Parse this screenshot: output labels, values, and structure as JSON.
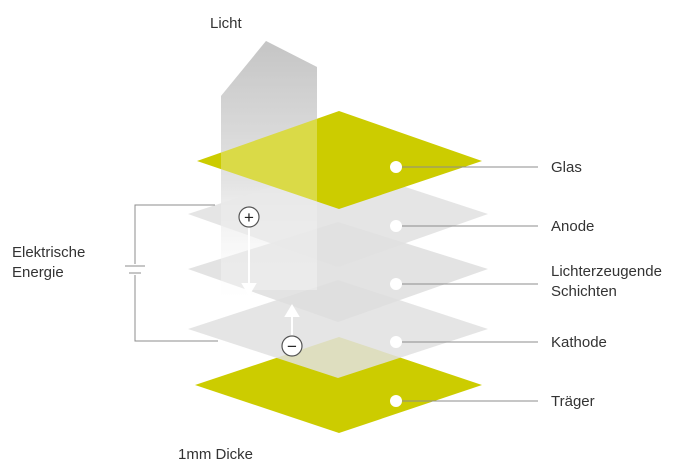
{
  "diagram": {
    "light_label": "Licht",
    "energy_label_line1": "Elektrische",
    "energy_label_line2": "Energie",
    "thickness_label": "1mm Dicke",
    "layers": [
      {
        "label": "Glas",
        "color": "#cccc00"
      },
      {
        "label": "Anode",
        "color": "#e2e2e2"
      },
      {
        "label_line1": "Lichterzeugende",
        "label_line2": "Schichten",
        "color": "#e2e2e2"
      },
      {
        "label": "Kathode",
        "color": "#e2e2e2"
      },
      {
        "label": "Träger",
        "color": "#cccc00"
      }
    ],
    "plus_symbol": "+",
    "minus_symbol": "−",
    "colors": {
      "accent": "#cccc00",
      "layer_gray": "#e2e2e2",
      "line": "#8c8c8c",
      "text": "#333333"
    }
  }
}
